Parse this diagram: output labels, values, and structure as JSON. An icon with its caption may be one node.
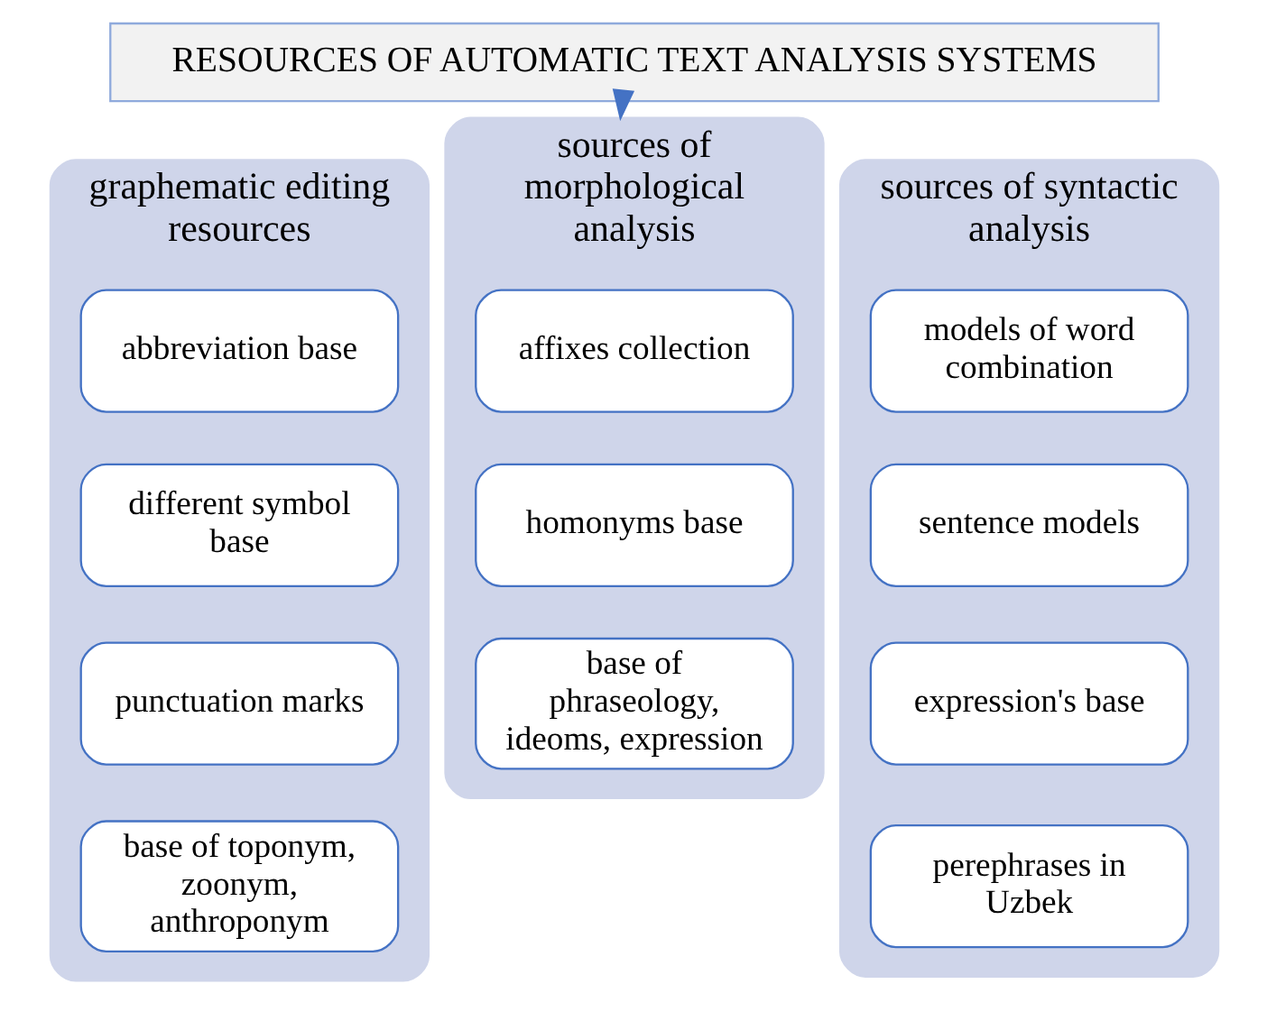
{
  "diagram": {
    "nodes": [
      {
        "text": [
          "RESOURCES OF AUTOMATIC TEXT ANALYSIS SYSTEMS"
        ]
      },
      {
        "text": [
          "graphematic editing resources"
        ]
      },
      {
        "text": [
          "abbreviation base"
        ],
        "in": 1
      },
      {
        "text": [
          "different symbol base"
        ],
        "in": 1
      },
      {
        "text": [
          "punctuation marks"
        ],
        "in": 1
      },
      {
        "text": [
          "base of toponym, zoonym, anthroponym"
        ],
        "in": 1
      },
      {
        "text": [
          "sources of morphological analysis"
        ]
      },
      {
        "text": [
          "affixes collection"
        ],
        "in": 6
      },
      {
        "text": [
          "homonyms base"
        ],
        "in": 6
      },
      {
        "text": [
          "base of phraseology, ideoms, expression"
        ],
        "in": 6
      },
      {
        "text": [
          "sources of syntactic analysis"
        ]
      },
      {
        "text": [
          "models of word combination"
        ],
        "in": 10
      },
      {
        "text": [
          "sentence models"
        ],
        "in": 10
      },
      {
        "text": [
          "expression's base"
        ],
        "in": 10
      },
      {
        "text": [
          "perephrases in Uzbek"
        ],
        "in": 10
      }
    ],
    "edges": [
      {
        "from": 0,
        "to": 6,
        "arrow": "to"
      }
    ]
  }
}
